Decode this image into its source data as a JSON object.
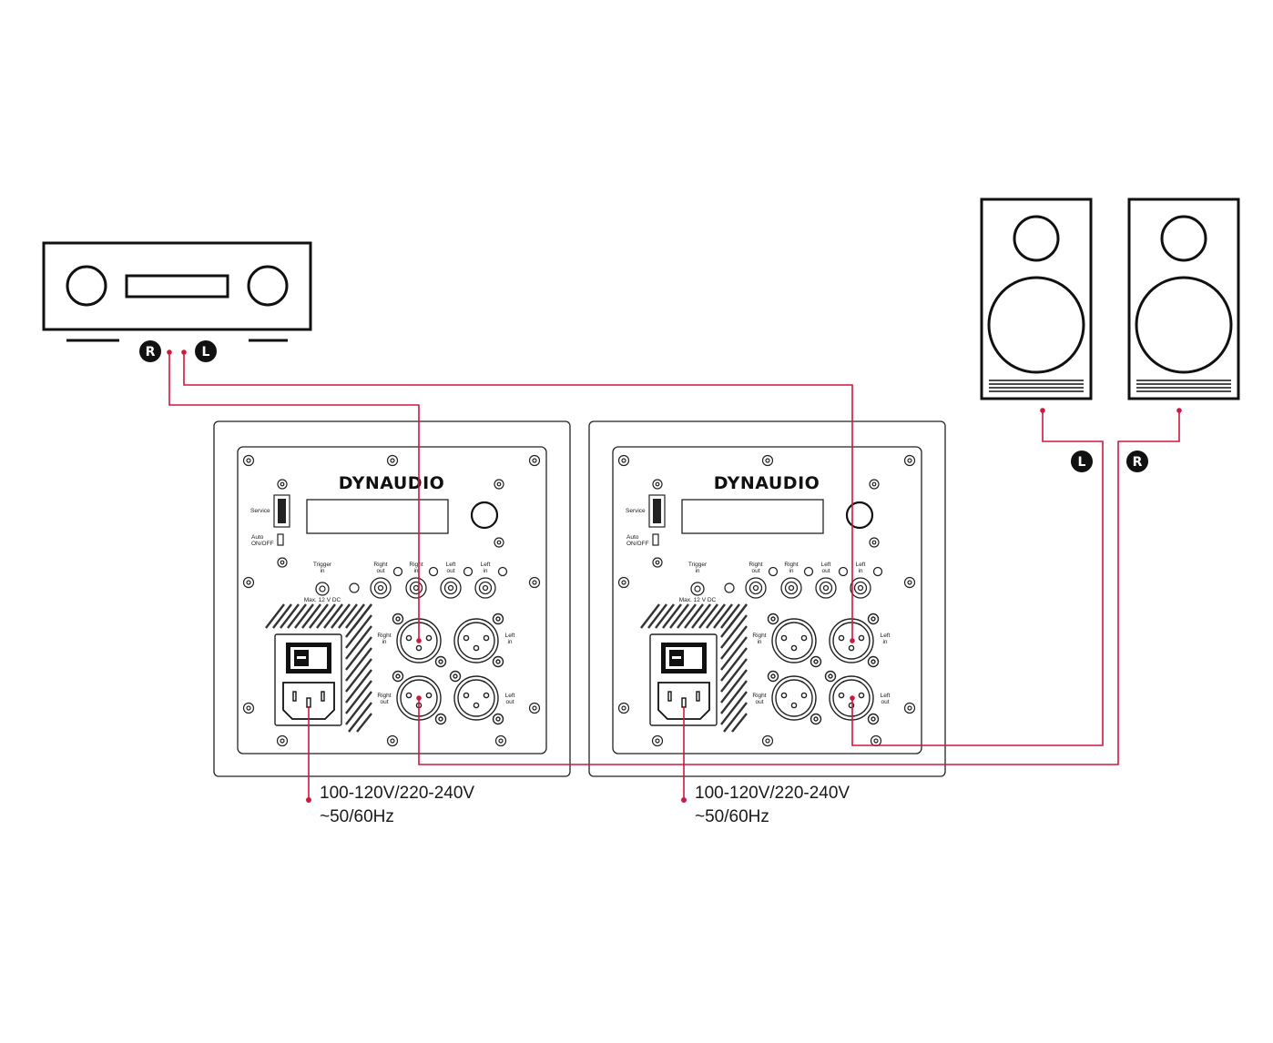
{
  "diagram": {
    "amplifier": {
      "channels": [
        "R",
        "L"
      ]
    },
    "passive_speakers": {
      "channels": [
        "L",
        "R"
      ]
    },
    "colors": {
      "cable": "#d0173f",
      "outline": "#111111",
      "background": "#ffffff"
    },
    "panels": [
      {
        "brand": "DYNAUDIO",
        "service": "Service",
        "auto_line1": "Auto",
        "auto_line2": "ON/OFF",
        "trigger_line1": "Trigger",
        "trigger_line2": "in",
        "max_dc": "Max. 12 V DC",
        "rca": [
          {
            "l1": "Right",
            "l2": "out"
          },
          {
            "l1": "Right",
            "l2": "in"
          },
          {
            "l1": "Left",
            "l2": "out"
          },
          {
            "l1": "Left",
            "l2": "in"
          }
        ],
        "xlr_right_in": [
          "Right",
          "in"
        ],
        "xlr_left_in": [
          "Left",
          "in"
        ],
        "xlr_right_out": [
          "Right",
          "out"
        ],
        "xlr_left_out": [
          "Left",
          "out"
        ],
        "power_line1": "100-120V/220-240V",
        "power_line2": "~50/60Hz"
      },
      {
        "brand": "DYNAUDIO",
        "service": "Service",
        "auto_line1": "Auto",
        "auto_line2": "ON/OFF",
        "trigger_line1": "Trigger",
        "trigger_line2": "in",
        "max_dc": "Max. 12 V DC",
        "rca": [
          {
            "l1": "Right",
            "l2": "out"
          },
          {
            "l1": "Right",
            "l2": "in"
          },
          {
            "l1": "Left",
            "l2": "out"
          },
          {
            "l1": "Left",
            "l2": "in"
          }
        ],
        "xlr_right_in": [
          "Right",
          "in"
        ],
        "xlr_left_in": [
          "Left",
          "in"
        ],
        "xlr_right_out": [
          "Right",
          "out"
        ],
        "xlr_left_out": [
          "Left",
          "out"
        ],
        "power_line1": "100-120V/220-240V",
        "power_line2": "~50/60Hz"
      }
    ]
  }
}
